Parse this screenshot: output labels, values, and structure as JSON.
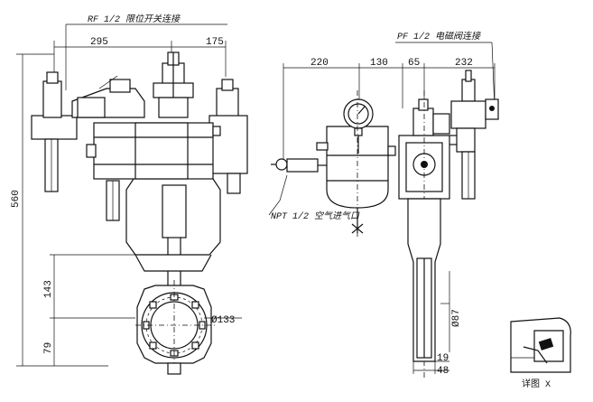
{
  "annotations": {
    "limit_switch_connection": "RF 1/2 限位开关连接",
    "solenoid_connection": "PF 1/2 电磁阀连接",
    "npt_connection": "NPT 1/2 空气进气口",
    "detail_label": "详图  X"
  },
  "dimensions": {
    "front_width_left": "295",
    "front_width_right": "175",
    "total_height": "560",
    "lower_height": "143",
    "bottom_height": "79",
    "flange_diameter": "Ø133",
    "side_d1": "220",
    "side_d2": "130",
    "side_d3": "65",
    "side_d4": "232",
    "stem_diameter": "Ø87",
    "stem_d1": "19",
    "stem_d2": "48"
  }
}
